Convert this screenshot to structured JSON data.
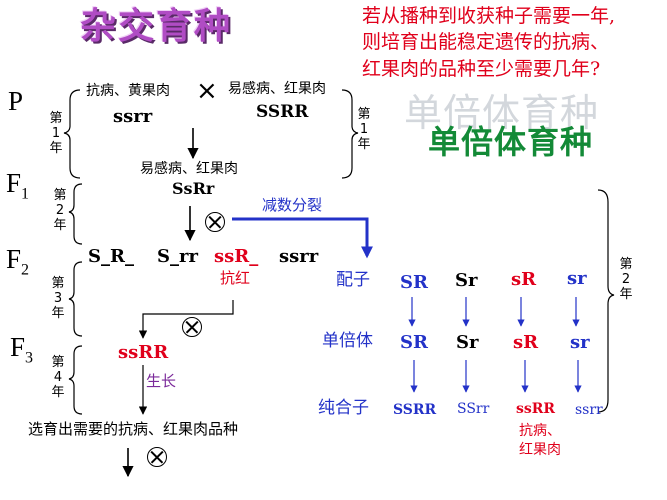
{
  "title": "杂交育种",
  "question": {
    "line1": "若从播种到收获种子需要一年,",
    "line2": "则培育出能稳定遗传的抗病、",
    "line3": "红果肉的品种至少需要几年?"
  },
  "method2": {
    "ghost": "单倍体育种",
    "label": "单倍体育种"
  },
  "generations": {
    "P": "P",
    "F1": "F",
    "F1_sub": "1",
    "F2": "F",
    "F2_sub": "2",
    "F3": "F",
    "F3_sub": "3"
  },
  "years": {
    "left_year1": "第1年",
    "right_year1": "第1年",
    "year2": "第2年",
    "year3": "第3年",
    "year4": "第4年",
    "haploid_year2": "第2年"
  },
  "parents": {
    "p1_phenotype": "抗病、黄果肉",
    "p1_genotype": "ssrr",
    "cross_symbol": "×",
    "p2_phenotype": "易感病、红果肉",
    "p2_genotype": "SSRR"
  },
  "f1": {
    "phenotype": "易感病、红果肉",
    "genotype": "SsRr"
  },
  "meiosis": "减数分裂",
  "f2": {
    "g1": "S_R_",
    "g2": "S_rr",
    "g3": "ssR_",
    "g3_label": "抗红",
    "g4": "ssrr"
  },
  "f3": {
    "genotype": "ssRR",
    "grow": "生长"
  },
  "final": "选育出需要的抗病、红果肉品种",
  "haploid": {
    "gamete_label": "配子",
    "gametes": [
      "SR",
      "Sr",
      "sR",
      "sr"
    ],
    "haploid_label": "单倍体",
    "haploids": [
      "SR",
      "Sr",
      "sR",
      "sr"
    ],
    "pure_label": "纯合子",
    "pure": [
      "SSRR",
      "SSrr",
      "ssRR",
      "ssrr"
    ],
    "pure_note_line1": "抗病、",
    "pure_note_line2": "红果肉"
  },
  "colors": {
    "title": "#b04cc4",
    "question": "#e0001b",
    "haploid_title": "#138a37",
    "blue": "#2332c8",
    "red": "#e0001b",
    "purple": "#7b2a9a"
  }
}
